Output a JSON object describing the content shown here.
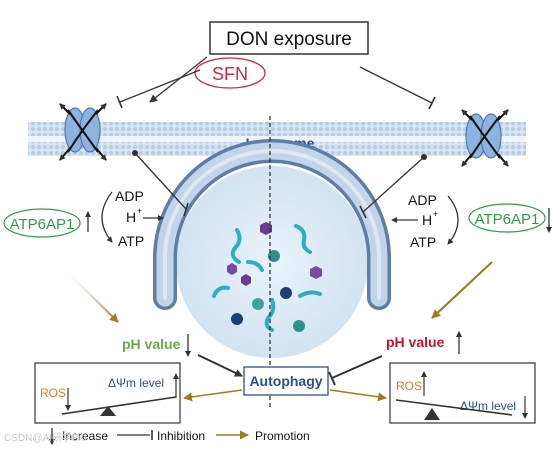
{
  "title": "DON exposure",
  "sfn": "SFN",
  "lysosome": "Lysosome",
  "left_cycle": {
    "adp": "ADP",
    "h": "H",
    "h_sup": "+",
    "atp": "ATP",
    "gene": "ATP6AP1"
  },
  "right_cycle": {
    "adp": "ADP",
    "h": "H",
    "h_sup": "+",
    "atp": "ATP",
    "gene": "ATP6AP1"
  },
  "ph_left": "pH value",
  "ph_right": "pH value",
  "autophagy": "Autophagy",
  "left_balance": {
    "ros": "ROS",
    "dpsi": "ΔΨm level"
  },
  "right_balance": {
    "ros": "ROS",
    "dpsi": "ΔΨm level"
  },
  "legend": {
    "increase": "Increase",
    "inhibition": "Inhibition",
    "promotion": "Promotion"
  },
  "watermark": "CSDN@AI研学Bio",
  "colors": {
    "sfn": "#d0283a",
    "gene": "#2f9e44",
    "ph_left": "#6aa84f",
    "ph_right": "#c0162a",
    "lysosome_text": "#2c4f8a",
    "ros": "#e07b20",
    "dpsi": "#2c4f8a",
    "promotion": "#a07c1c",
    "membrane": "#a9c3de"
  }
}
